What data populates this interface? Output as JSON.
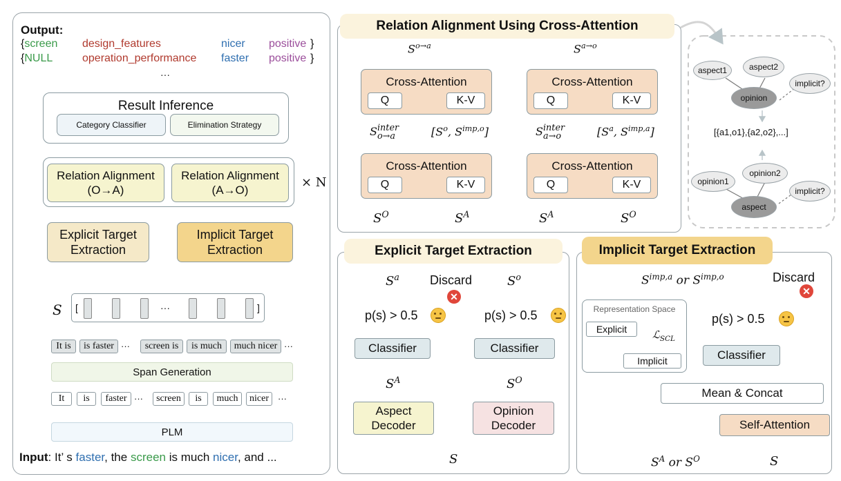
{
  "left": {
    "output_label": "Output:",
    "output_row1": {
      "brace_open": "{",
      "aspect": "screen",
      "category": "design_features",
      "opinion": "nicer",
      "sentiment": "positive",
      "brace_close": "}"
    },
    "output_row2": {
      "brace_open": "{",
      "aspect": "NULL",
      "category": "operation_performance",
      "opinion": "faster",
      "sentiment": "positive",
      "brace_close": "}"
    },
    "dots": "···",
    "result_inference": "Result Inference",
    "category_classifier": "Category Classifier",
    "elimination_strategy": "Elimination Strategy",
    "relation_oa": "Relation Alignment (O→A)",
    "relation_ao": "Relation Alignment (A→O)",
    "times_n": "× N",
    "explicit": "Explicit Target Extraction",
    "implicit": "Implicit Target Extraction",
    "s_label": "S",
    "span_tokens": [
      "It is",
      "is faster",
      "screen is",
      "is much",
      "much nicer"
    ],
    "span_generation": "Span Generation",
    "tokens": [
      "It",
      "is",
      "faster",
      "screen",
      "is",
      "much",
      "nicer"
    ],
    "plm": "PLM",
    "input_label": "Input",
    "input_parts": [
      ": It’ s ",
      "faster",
      ", the ",
      "screen",
      " is much ",
      "nicer",
      ", and ..."
    ]
  },
  "relation": {
    "title": "Relation Alignment Using Cross-Attention",
    "left_out": "S^{o→a}",
    "right_out": "S^{a→o}",
    "cross_attention": "Cross-Attention",
    "q": "Q",
    "kv": "K-V",
    "left_inter": "S^{inter}_{o→a}",
    "right_inter": "S^{inter}_{a→o}",
    "left_kv_in": "[S^o, S^{imp,o}]",
    "right_kv_in": "[S^a, S^{imp,a}]",
    "left_bottom_q": "S^O",
    "left_bottom_kv": "S^A",
    "right_bottom_q": "S^A",
    "right_bottom_kv": "S^O"
  },
  "graph": {
    "top": [
      "aspect1",
      "aspect2",
      "implicit?",
      "opinion"
    ],
    "pairs": "[{a1,o1},{a2,o2},...]",
    "bottom": [
      "opinion1",
      "opinion2",
      "implicit?",
      "aspect"
    ]
  },
  "explicit_panel": {
    "title": "Explicit Target Extraction",
    "sa": "S^a",
    "so": "S^o",
    "discard": "Discard",
    "threshold": "p(s) > 0.5",
    "classifier": "Classifier",
    "sA": "S^A",
    "sO": "S^O",
    "aspect_decoder": "Aspect Decoder",
    "opinion_decoder": "Opinion Decoder",
    "s": "S"
  },
  "implicit_panel": {
    "title": "Implicit Target Extraction",
    "out": "S^{imp,a} or S^{imp,o}",
    "discard": "Discard",
    "rep_space": "Representation Space",
    "explicit": "Explicit",
    "implicit": "Implicit",
    "loss": "ℒSCL",
    "threshold": "p(s) > 0.5",
    "classifier": "Classifier",
    "mean_concat": "Mean & Concat",
    "self_attention": "Self-Attention",
    "in_left": "S^A or S^O",
    "in_right": "S"
  },
  "colors": {
    "green": "#3a9a4a",
    "red": "#b03a2e",
    "blue": "#2f6fb0",
    "purple": "#9b4e9b",
    "orange_fill": "#f6dcc4",
    "beige_fill": "#f5e9c8",
    "gold_fill": "#f3d58c",
    "teal_fill": "#dfe9ec",
    "yellow_fill": "#f6f4cf",
    "pink_fill": "#f6e2e2"
  }
}
